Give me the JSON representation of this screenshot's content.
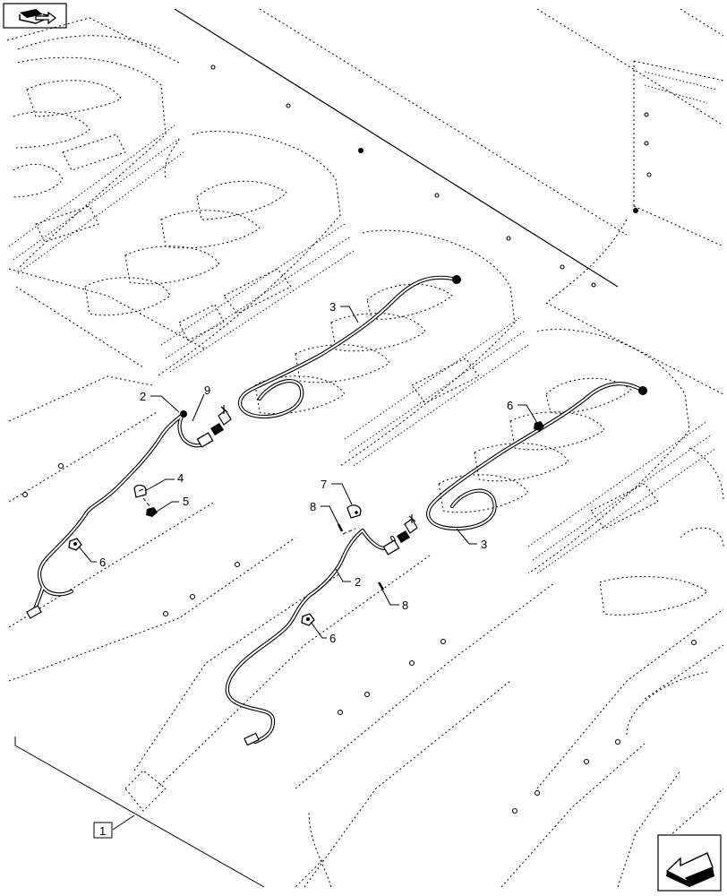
{
  "callouts": {
    "c1": "1",
    "c2a": "2",
    "c2b": "2",
    "c3a": "3",
    "c3b": "3",
    "c4": "4",
    "c5": "5",
    "c6a": "6",
    "c6b": "6",
    "c6c": "6",
    "c7": "7",
    "c8a": "8",
    "c8b": "8",
    "c9": "9"
  },
  "icons": {
    "top_left": "book-arrow-icon",
    "bottom_right": "next-page-arrow-icon"
  }
}
